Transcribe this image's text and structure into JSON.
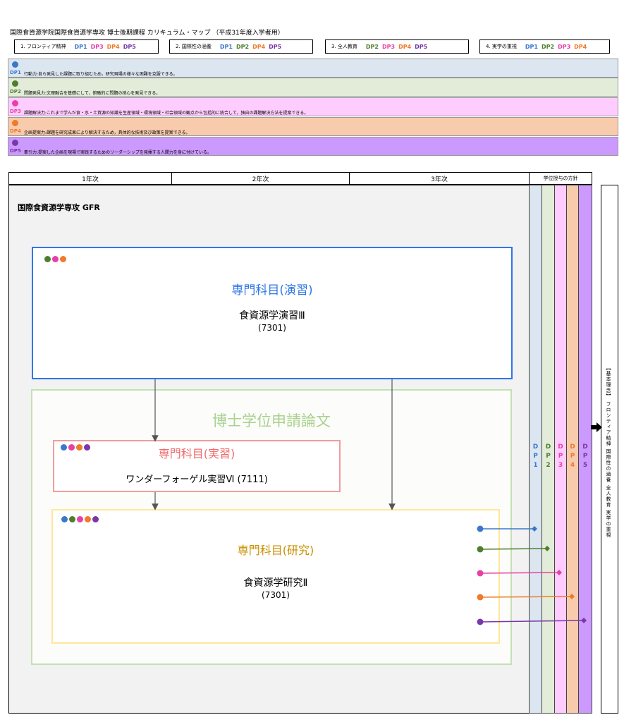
{
  "title": "国際食資源学院国際食資源学専攻 博士後期課程  カリキュラム・マップ  （平成31年度入学者用）",
  "colors": {
    "dp1": "#3a78c9",
    "dp2": "#4f7d2e",
    "dp3": "#e83fa6",
    "dp4": "#ef7a2a",
    "dp5": "#7a37a8",
    "dp1_bg": "#dce6f1",
    "dp2_bg": "#e2ecd8",
    "dp3_bg": "#ffccff",
    "dp4_bg": "#f8cbad",
    "dp5_bg": "#cc99ff"
  },
  "principles": [
    {
      "label": "1. フロンティア精神",
      "dps": [
        "DP1",
        "DP3",
        "DP4",
        "DP5"
      ]
    },
    {
      "label": "2. 国際性の涵養",
      "dps": [
        "DP1",
        "DP2",
        "DP4",
        "DP5"
      ]
    },
    {
      "label": "3. 全人教育",
      "dps": [
        "DP2",
        "DP3",
        "DP4",
        "DP5"
      ]
    },
    {
      "label": "4. 実学の重視",
      "dps": [
        "DP1",
        "DP2",
        "DP3",
        "DP4"
      ]
    }
  ],
  "dp_rows": [
    {
      "label": "DP1",
      "text": "行動力:自ら発見した課題に取り組むため，研究現場の様々な困難を克服できる。"
    },
    {
      "label": "DP2",
      "text": "問題発見力:文理融合を基礎にして，俯瞰的に問題の核心を発見できる。"
    },
    {
      "label": "DP3",
      "text": "課題解決力:これまで学んだ食・水・土資源の知識を生産領域・環境領域・社会領域の観点から包括的に統合して，独自の課題解決方法を提案できる。"
    },
    {
      "label": "DP4",
      "text": "企画提案力:課題を研究成果により解決するため，具体的な技術及び政策を提案できる。"
    },
    {
      "label": "DP5",
      "text": "牽引力:提案した企画を現場で実践するためのリーダーシップを発揮する人間力を身に付けている。"
    }
  ],
  "years": [
    "1年次",
    "2年次",
    "3年次"
  ],
  "policy_header": "学位授与の方針",
  "program_label": "国際食資源学専攻  GFR",
  "dp_columns": [
    "DP1",
    "DP2",
    "DP3",
    "DP4",
    "DP5"
  ],
  "thesis_label": "博士学位申請論文",
  "courses": {
    "exercise": {
      "category": "専門科目(演習)",
      "name": "食資源学演習Ⅲ",
      "code": "(7301)"
    },
    "practice": {
      "category": "専門科目(実習)",
      "name": "ワンダーフォーゲル実習Ⅵ  (7111)"
    },
    "research": {
      "category": "専門科目(研究)",
      "name": "食資源学研究Ⅱ",
      "code": "(7301)"
    }
  },
  "basic_philosophy": "【基本理念】  フロンティア精神  国際性の涵養  全人教育  実学の重視"
}
